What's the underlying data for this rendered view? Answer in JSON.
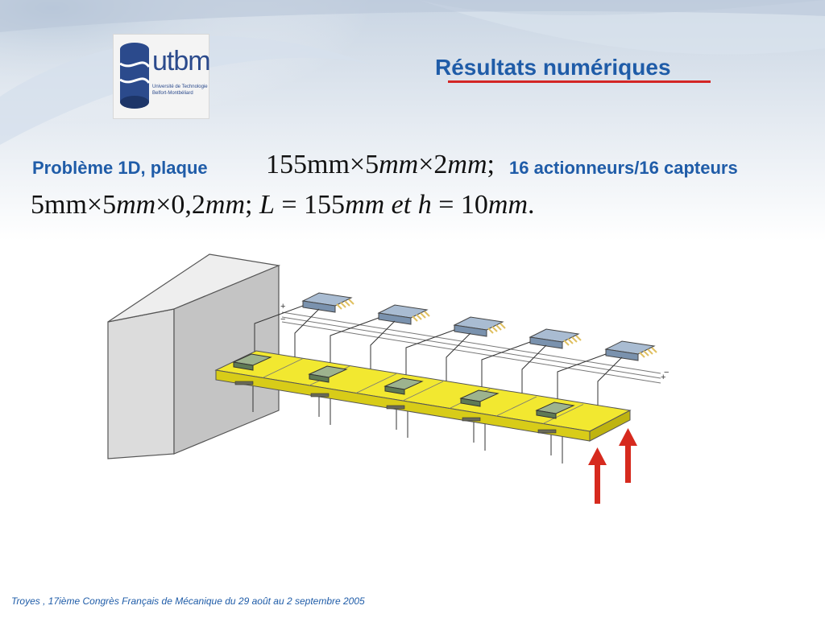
{
  "logo": {
    "word": "utbm",
    "tagline_1": "Université de Technologie",
    "tagline_2": "Belfort-Montbéliard"
  },
  "title": "Résultats numériques",
  "problem": {
    "label": "Problème 1D, plaque",
    "formula_1": {
      "a": "155mm",
      "times_1": "×",
      "b": "5",
      "b_unit": "mm",
      "times_2": "×",
      "c": "2",
      "c_unit": "mm",
      "end": ";"
    },
    "counts": "16 actionneurs/16 capteurs",
    "formula_2": {
      "a": "5mm",
      "times_1": "×",
      "b": "5",
      "b_unit": "mm",
      "times_2": "×",
      "c": "0,2",
      "c_unit": "mm",
      "sep": ";",
      "L_sym": "L",
      "L_eq": " = 155",
      "L_unit": "mm",
      "conj": " et ",
      "h_sym": "h",
      "h_eq": " = 10",
      "h_unit": "mm",
      "end": "."
    }
  },
  "diagram": {
    "plus_left": "+",
    "minus_left": "−",
    "plus_right": "+",
    "minus_right": "−"
  },
  "colors": {
    "title_blue": "#1f5ca8",
    "underline_red": "#d32525",
    "beam_yellow": "#f2e830",
    "patch_green": "#7f9a72",
    "chip_blue": "#8aa2be",
    "arrow_red": "#d62a1e"
  },
  "footer": "Troyes , 17ième Congrès Français de Mécanique du 29 août au 2 septembre 2005"
}
